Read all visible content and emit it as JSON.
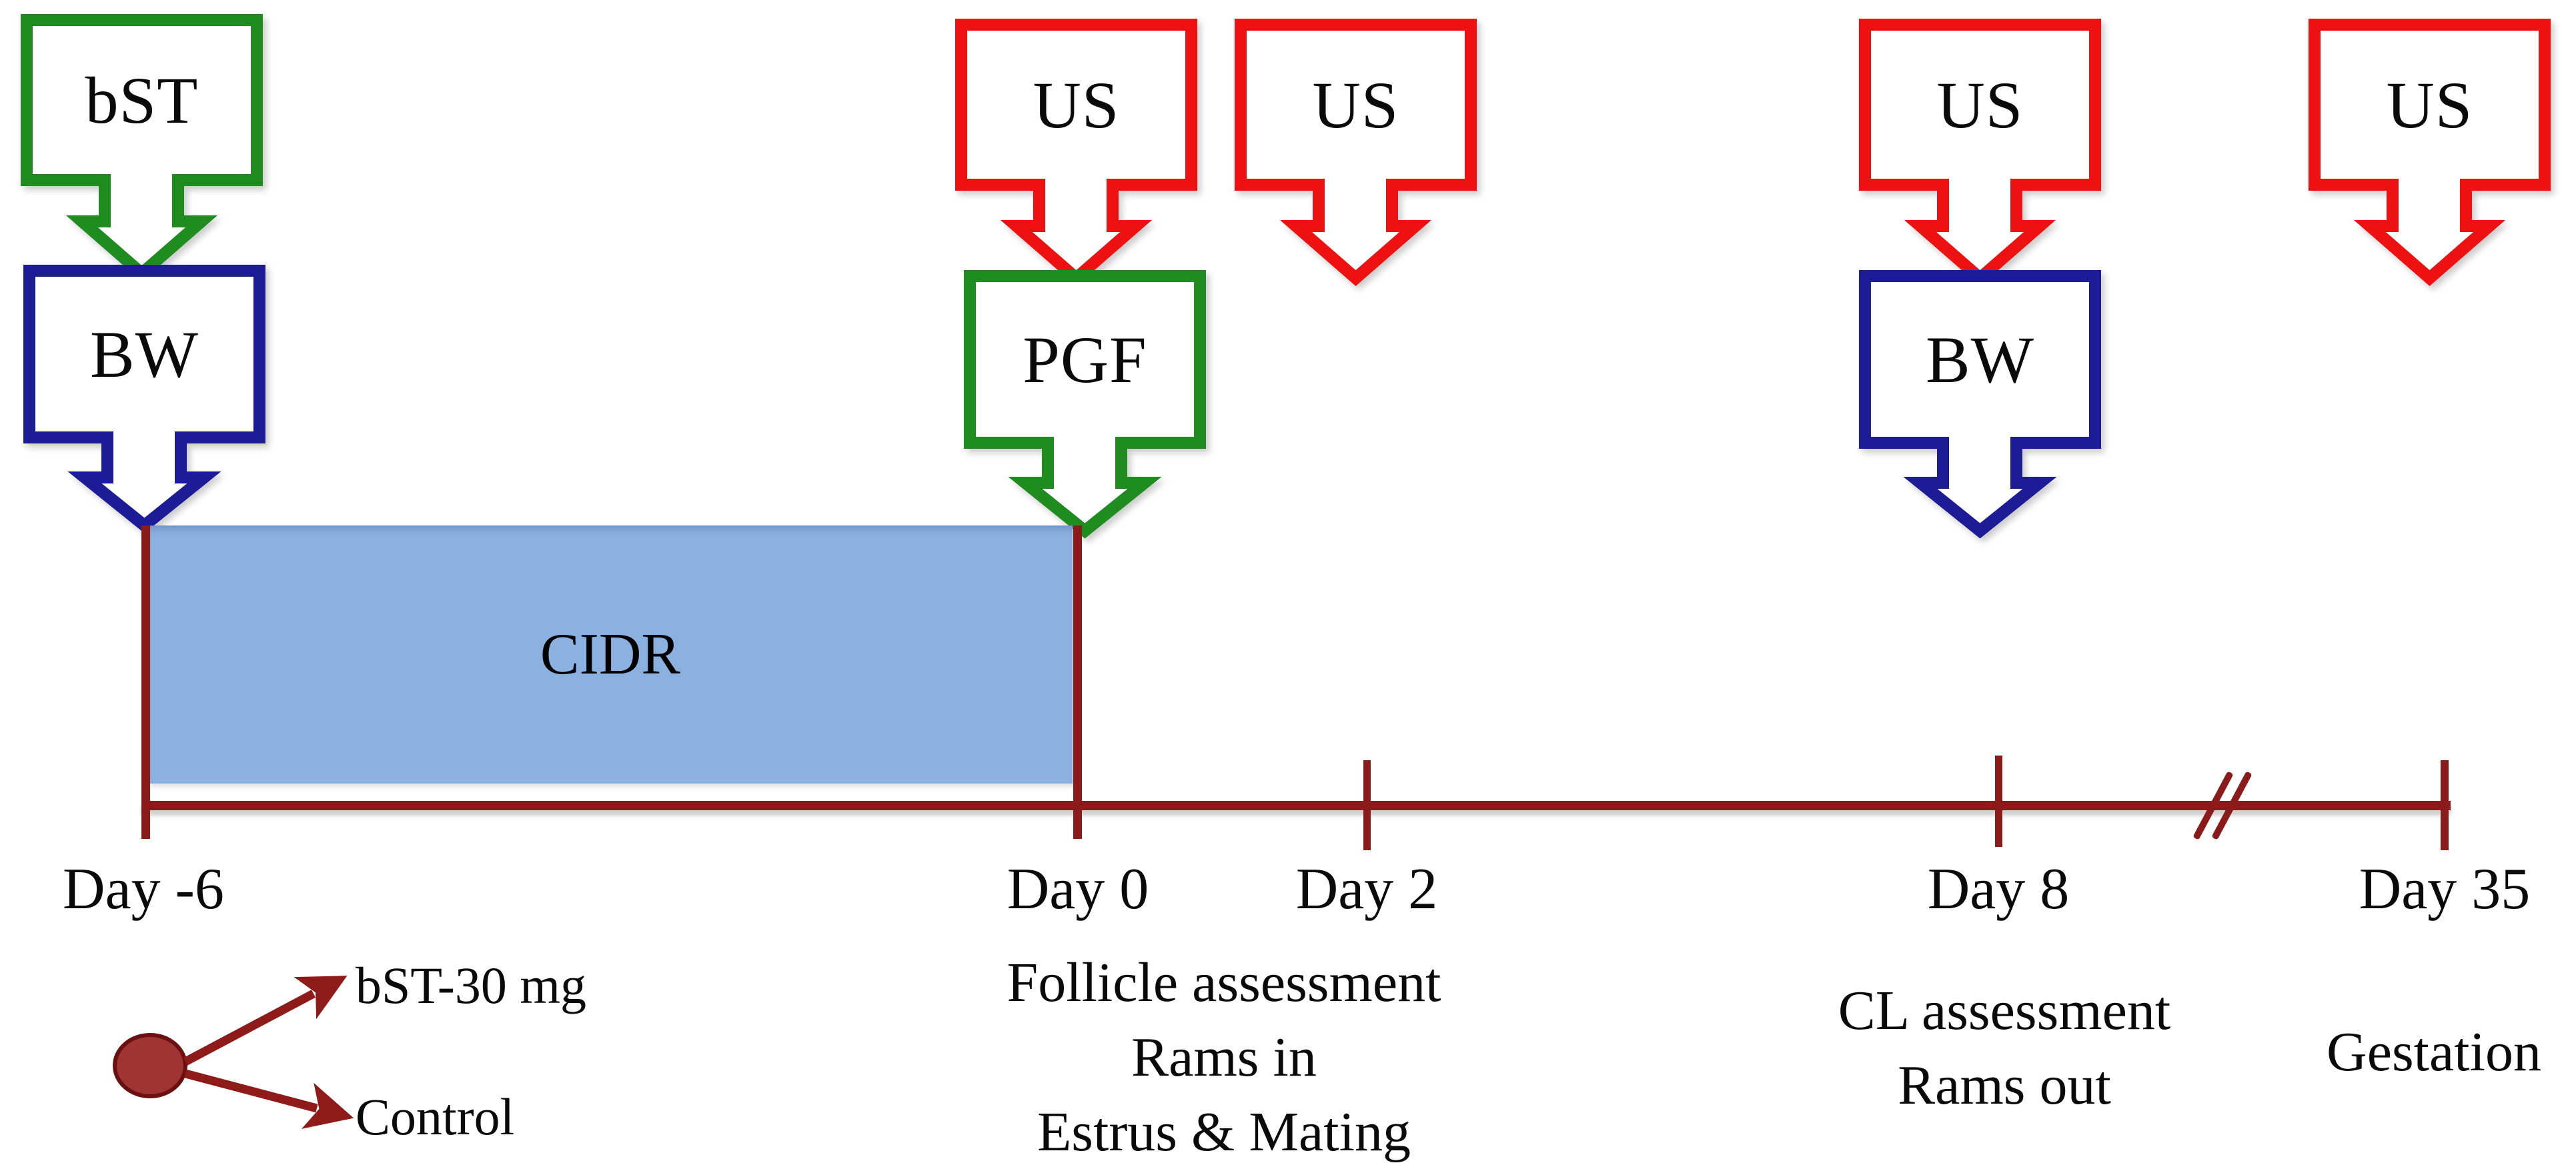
{
  "figure": {
    "description": "Experimental protocol timeline",
    "cidr_label": "CIDR"
  },
  "colors": {
    "green": "#1E8C1E",
    "navy": "#1C1C96",
    "red": "#EE1111",
    "maroon": "#8B1A1A",
    "branch_red": "#8E1A1A",
    "circle_fill": "#A03434",
    "circle_stroke": "#6B1010",
    "cidr_fill": "#8AB1DF",
    "text": "#0a0a0a"
  },
  "events": {
    "bst_day_minus6": {
      "label": "bST",
      "color": "green"
    },
    "bw_day_minus6": {
      "label": "BW",
      "color": "navy"
    },
    "us_day0": {
      "label": "US",
      "color": "red"
    },
    "pgf_day0": {
      "label": "PGF",
      "color": "green"
    },
    "us_day2": {
      "label": "US",
      "color": "red"
    },
    "us_day8": {
      "label": "US",
      "color": "red"
    },
    "bw_day8": {
      "label": "BW",
      "color": "navy"
    },
    "us_day35": {
      "label": "US",
      "color": "red"
    }
  },
  "timeline": {
    "days": [
      {
        "id": "day-minus6",
        "label": "Day -6"
      },
      {
        "id": "day0",
        "label": "Day 0"
      },
      {
        "id": "day2",
        "label": "Day 2"
      },
      {
        "id": "day8",
        "label": "Day 8"
      },
      {
        "id": "day35",
        "label": "Day 35"
      }
    ],
    "break_symbol": "//"
  },
  "annotations": {
    "day0": {
      "lines": [
        "Follicle assessment",
        "Rams in",
        "Estrus & Mating"
      ]
    },
    "day8": {
      "lines": [
        "CL assessment",
        "Rams out"
      ]
    },
    "day35": {
      "lines": [
        "Gestation"
      ]
    }
  },
  "treatment_split": {
    "groups": [
      {
        "label": "bST-30 mg"
      },
      {
        "label": "Control"
      }
    ]
  }
}
